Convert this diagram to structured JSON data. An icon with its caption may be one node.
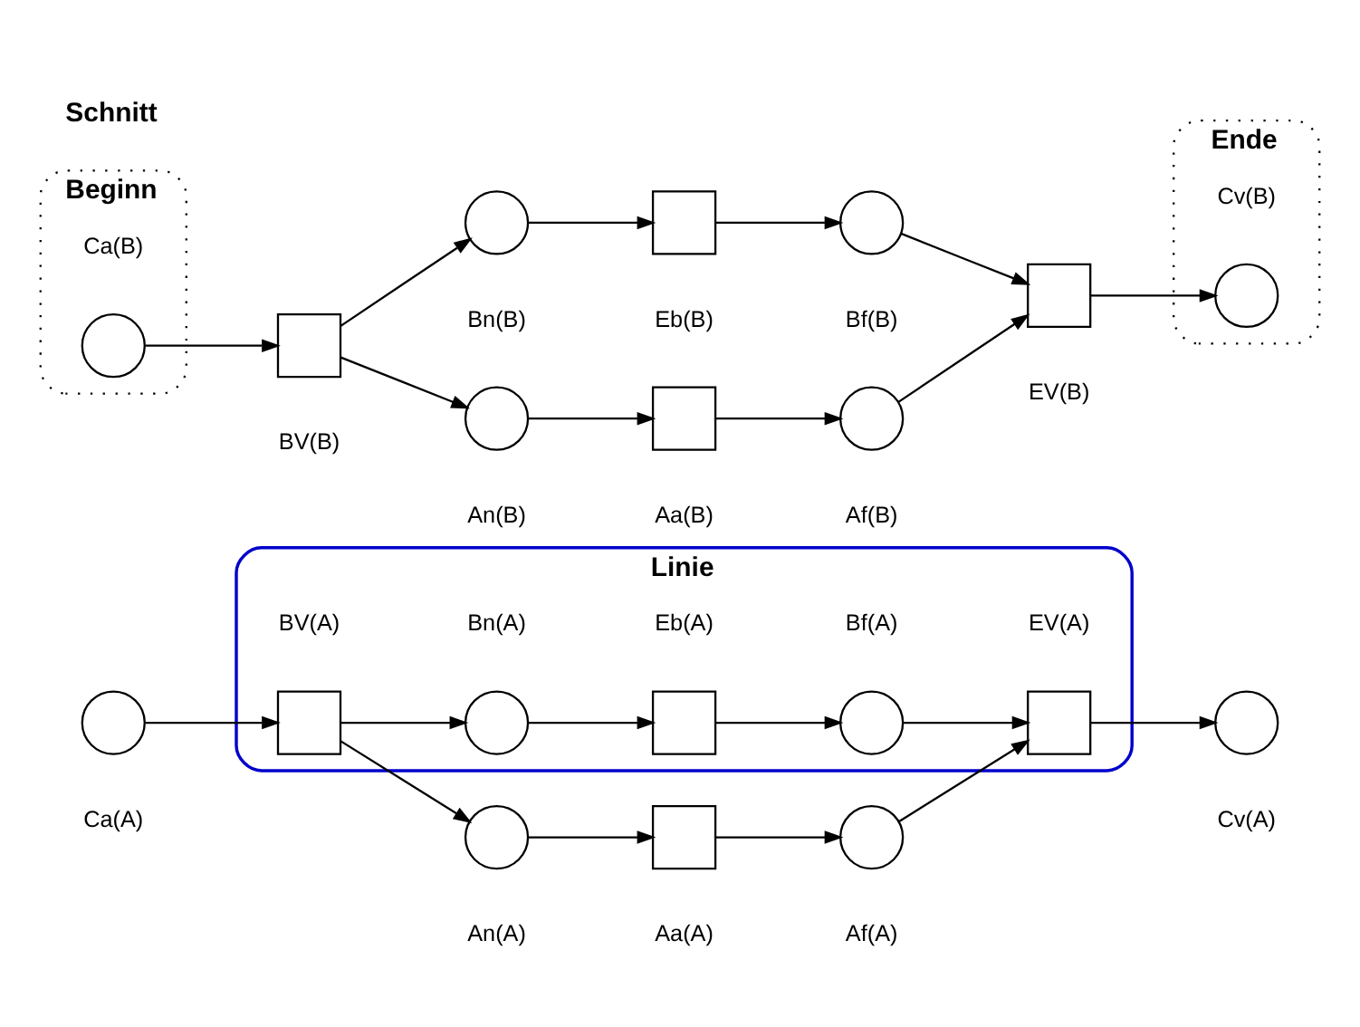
{
  "diagram": {
    "nodes": [
      {
        "text": [
          "Linie"
        ]
      },
      {
        "text": [
          "Beginn"
        ]
      },
      {
        "text": [
          "Ende"
        ]
      },
      {
        "text": [],
        "shape": "circle",
        "beside": [
          "Ca(A)"
        ]
      },
      {
        "text": [],
        "shape": "box",
        "beside": [
          "BV(A)"
        ],
        "in": 0
      },
      {
        "text": [],
        "shape": "circle",
        "beside": [
          "Bn(A)"
        ],
        "in": 0
      },
      {
        "text": [],
        "shape": "box",
        "beside": [
          "Eb(A)"
        ],
        "in": 0
      },
      {
        "text": [],
        "shape": "circle",
        "beside": [
          "Bf(A)"
        ],
        "in": 0
      },
      {
        "text": [],
        "shape": "box",
        "beside": [
          "EV(A)"
        ],
        "in": 0
      },
      {
        "text": [],
        "shape": "circle",
        "beside": [
          "Cv(A)"
        ]
      },
      {
        "text": [],
        "shape": "circle",
        "beside": [
          "An(A)"
        ]
      },
      {
        "text": [],
        "shape": "box",
        "beside": [
          "Aa(A)"
        ]
      },
      {
        "text": [],
        "shape": "circle",
        "beside": [
          "Af(A)"
        ]
      },
      {
        "text": [],
        "shape": "circle",
        "beside": [
          "Bn(B)"
        ]
      },
      {
        "text": [],
        "shape": "box",
        "beside": [
          "Eb(B)"
        ]
      },
      {
        "text": [],
        "shape": "circle",
        "beside": [
          "Bf(B)"
        ]
      },
      {
        "text": [],
        "shape": "circle",
        "beside": [
          "Ca(B)"
        ],
        "in": 1
      },
      {
        "text": [],
        "shape": "box",
        "beside": [
          "BV(B)"
        ]
      },
      {
        "text": [],
        "shape": "box",
        "beside": [
          "EV(B)"
        ]
      },
      {
        "text": [],
        "shape": "circle",
        "beside": [
          "Cv(B)"
        ],
        "in": 2
      },
      {
        "text": [],
        "shape": "circle",
        "beside": [
          "An(B)"
        ]
      },
      {
        "text": [],
        "shape": "box",
        "beside": [
          "Aa(B)"
        ]
      },
      {
        "text": [],
        "shape": "circle",
        "beside": [
          "Af(B)"
        ]
      }
    ],
    "edges": [
      {
        "from": 3,
        "to": 4,
        "arrow": "to"
      },
      {
        "from": 4,
        "to": 5,
        "arrow": "to"
      },
      {
        "from": 5,
        "to": 6,
        "arrow": "to"
      },
      {
        "from": 6,
        "to": 7,
        "arrow": "to"
      },
      {
        "from": 7,
        "to": 8,
        "arrow": "to"
      },
      {
        "from": 8,
        "to": 9,
        "arrow": "to"
      },
      {
        "from": 4,
        "to": 10,
        "arrow": "to"
      },
      {
        "from": 10,
        "to": 11,
        "arrow": "to"
      },
      {
        "from": 11,
        "to": 12,
        "arrow": "to"
      },
      {
        "from": 12,
        "to": 8,
        "arrow": "to"
      },
      {
        "from": 16,
        "to": 17,
        "arrow": "to"
      },
      {
        "from": 17,
        "to": 13,
        "arrow": "to"
      },
      {
        "from": 13,
        "to": 14,
        "arrow": "to"
      },
      {
        "from": 14,
        "to": 15,
        "arrow": "to"
      },
      {
        "from": 15,
        "to": 18,
        "arrow": "to"
      },
      {
        "from": 18,
        "to": 19,
        "arrow": "to"
      },
      {
        "from": 17,
        "to": 20,
        "arrow": "to"
      },
      {
        "from": 20,
        "to": 21,
        "arrow": "to"
      },
      {
        "from": 21,
        "to": 22,
        "arrow": "to"
      },
      {
        "from": 22,
        "to": 18,
        "arrow": "to"
      }
    ],
    "labels": [
      "Schnitt"
    ]
  }
}
